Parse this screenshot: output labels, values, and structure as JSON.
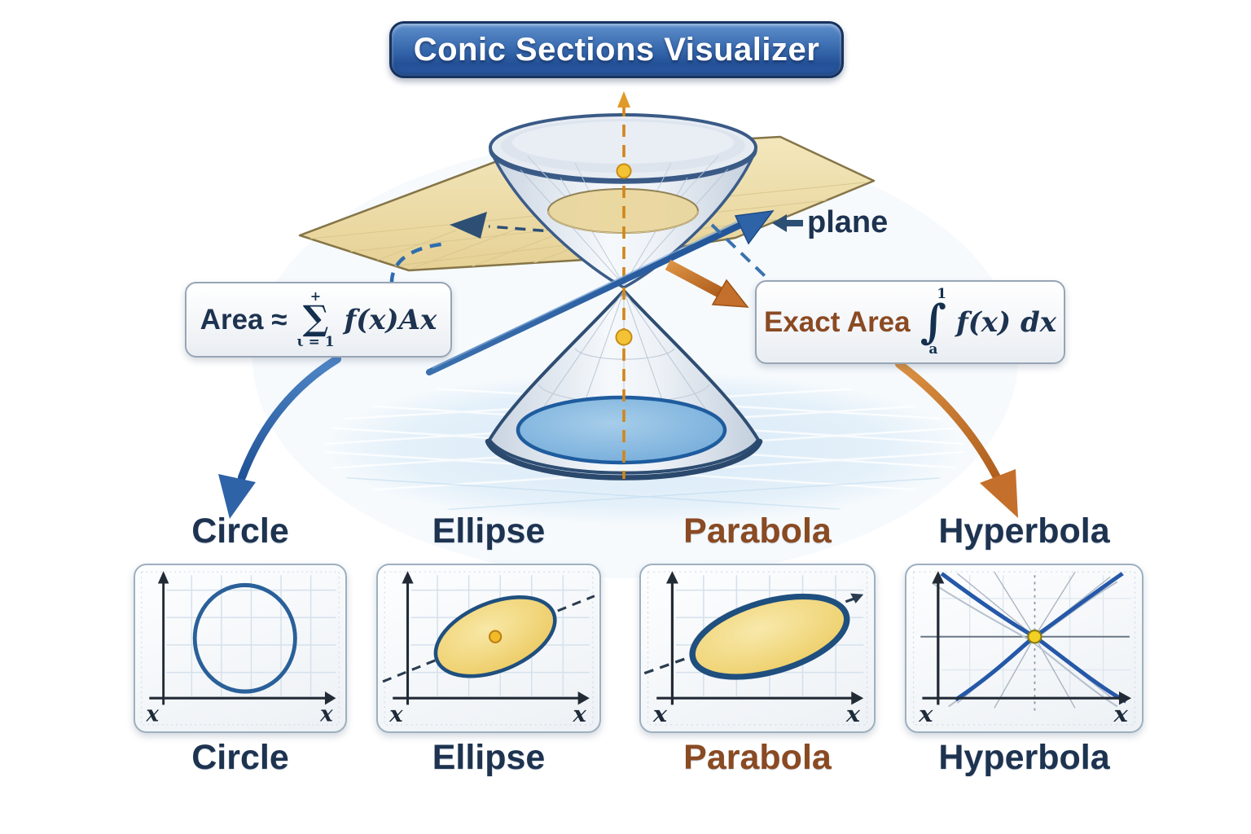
{
  "title": "Conic Sections Visualizer",
  "scene": {
    "plane_label": "plane"
  },
  "formulas": {
    "approx": {
      "label": "Area ≈",
      "sigma": "∑",
      "sup": "+",
      "sub": "ι = 1",
      "expr": "f(x)Ax"
    },
    "exact": {
      "label": "Exact Area",
      "integral": "∫",
      "sup": "1",
      "sub": "a",
      "expr": "f(x) dx"
    }
  },
  "panels": [
    {
      "id": "circle",
      "label_top": "Circle",
      "label_bottom": "Circle",
      "x_left": "x",
      "x_right": "x"
    },
    {
      "id": "ellipse",
      "label_top": "Ellipse",
      "label_bottom": "Ellipse",
      "x_left": "x",
      "x_right": "x"
    },
    {
      "id": "parabola",
      "label_top": "Parabola",
      "label_bottom": "Parabola",
      "x_left": "x",
      "x_right": "x"
    },
    {
      "id": "hyperbola",
      "label_top": "Hyperbola",
      "label_bottom": "Hyperbola",
      "x_left": "x",
      "x_right": "x"
    }
  ],
  "colors": {
    "navy-text": "#1d3350",
    "brown-text": "#8a4a22",
    "banner-blue": "#2f5da6",
    "plane-tan": "#eedfae",
    "cone-outline": "#3c5c88",
    "section-blue": "#5a9bd0",
    "axis-orange": "#d2861c",
    "arrow-blue": "#2f63a8",
    "arrow-orange": "#c4702c",
    "curve-blue": "#2558a8",
    "ellipse-yellow": "#f0d069",
    "dot-yellow": "#f2c12e"
  }
}
